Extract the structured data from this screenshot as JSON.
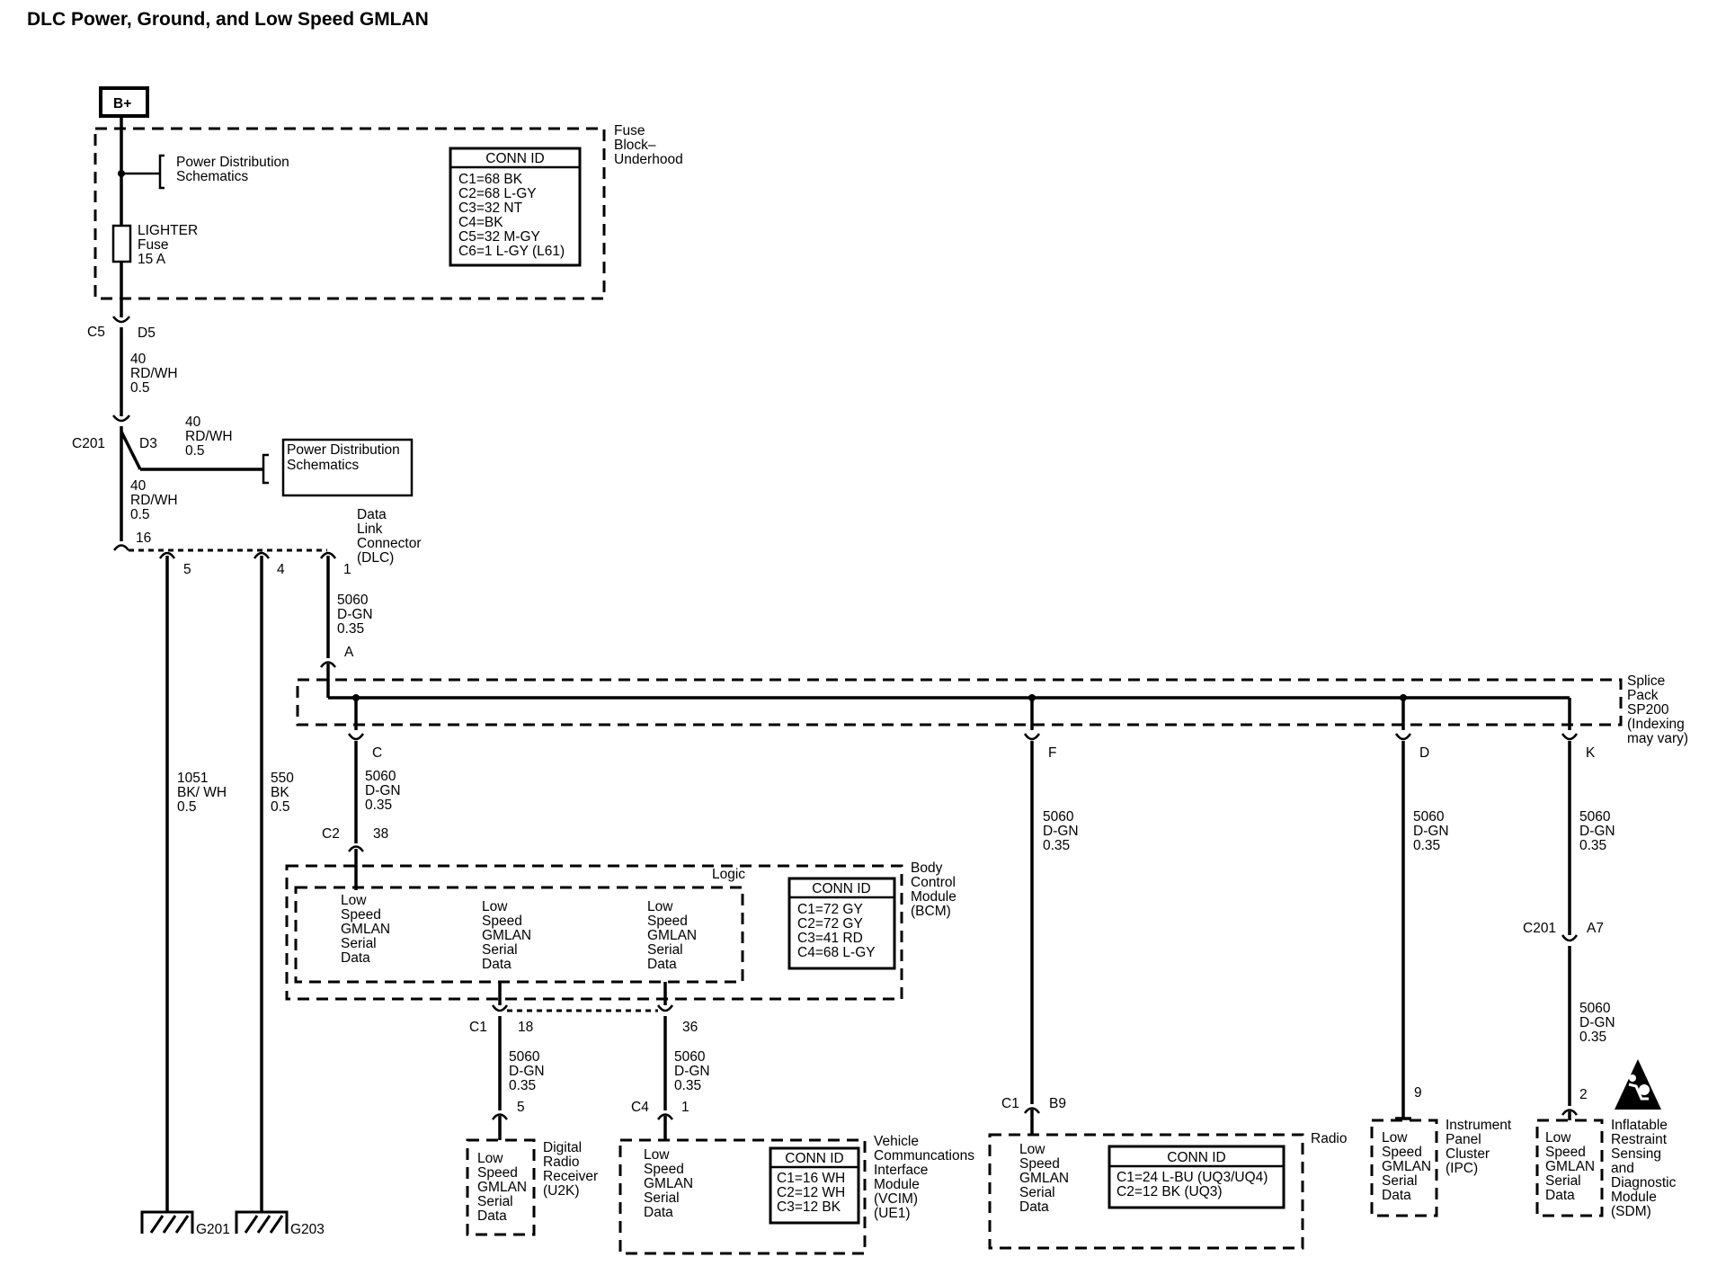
{
  "title": "DLC Power, Ground, and Low Speed GMLAN",
  "battery": "B+",
  "fuse_block": {
    "label": [
      "Fuse",
      "Block–",
      "Underhood"
    ],
    "power_ref": [
      "Power Distribution",
      "Schematics"
    ],
    "fuse": [
      "LIGHTER",
      "Fuse",
      "15 A"
    ],
    "conn_title": "CONN ID",
    "conn": [
      "C1=68 BK",
      "C2=68 L-GY",
      "C3=32 NT",
      "C4=BK",
      "C5=32 M-GY",
      "C6=1 L-GY (L61)"
    ]
  },
  "pins": {
    "c5": "C5",
    "d5": "D5",
    "c201_top": "C201",
    "d3": "D3",
    "p16": "16",
    "p5": "5",
    "p4": "4",
    "p1": "1",
    "a": "A",
    "c": "C",
    "f": "F",
    "d": "D",
    "k": "K",
    "c2": "C2",
    "p38": "38",
    "c1_bcm": "C1",
    "p18": "18",
    "p36": "36",
    "p5_u2k": "5",
    "c4": "C4",
    "p1_vcim": "1",
    "c1_radio": "C1",
    "b9": "B9",
    "p9": "9",
    "c201_sdm": "C201",
    "a7": "A7",
    "p2": "2"
  },
  "wires": {
    "fuse_out": [
      "40",
      "RD/WH",
      "0.5"
    ],
    "branch": [
      "40",
      "RD/WH",
      "0.5"
    ],
    "to_dlc": [
      "40",
      "RD/WH",
      "0.5"
    ],
    "dlc_out": [
      "5060",
      "D-GN",
      "0.35"
    ],
    "g201": [
      "1051",
      "BK/ WH",
      "0.5"
    ],
    "g203": [
      "550",
      "BK",
      "0.5"
    ],
    "to_bcm": [
      "5060",
      "D-GN",
      "0.35"
    ],
    "to_radio": [
      "5060",
      "D-GN",
      "0.35"
    ],
    "to_ipc": [
      "5060",
      "D-GN",
      "0.35"
    ],
    "to_sdm_a": [
      "5060",
      "D-GN",
      "0.35"
    ],
    "to_sdm_b": [
      "5060",
      "D-GN",
      "0.35"
    ],
    "to_u2k": [
      "5060",
      "D-GN",
      "0.35"
    ],
    "to_vcim": [
      "5060",
      "D-GN",
      "0.35"
    ]
  },
  "power_ref2": [
    "Power Distribution",
    "Schematics"
  ],
  "dlc": [
    "Data",
    "Link",
    "Connector",
    "(DLC)"
  ],
  "splice": [
    "Splice",
    "Pack",
    "SP200",
    "(Indexing",
    "may vary)"
  ],
  "bcm": {
    "label": [
      "Body",
      "Control",
      "Module",
      "(BCM)"
    ],
    "logic": "Logic",
    "block1": [
      "Low",
      "Speed",
      "GMLAN",
      "Serial",
      "Data"
    ],
    "block2": [
      "Low",
      "Speed",
      "GMLAN",
      "Serial",
      "Data"
    ],
    "block3": [
      "Low",
      "Speed",
      "GMLAN",
      "Serial",
      "Data"
    ],
    "conn_title": "CONN ID",
    "conn": [
      "C1=72 GY",
      "C2=72 GY",
      "C3=41 RD",
      "C4=68 L-GY"
    ]
  },
  "grounds": {
    "g201": "G201",
    "g203": "G203"
  },
  "u2k": {
    "text": [
      "Low",
      "Speed",
      "GMLAN",
      "Serial",
      "Data"
    ],
    "label": [
      "Digital",
      "Radio",
      "Receiver",
      "(U2K)"
    ]
  },
  "vcim": {
    "text": [
      "Low",
      "Speed",
      "GMLAN",
      "Serial",
      "Data"
    ],
    "label": [
      "Vehicle",
      "Communcations",
      "Interface",
      "Module",
      "(VCIM)",
      "(UE1)"
    ],
    "conn_title": "CONN ID",
    "conn": [
      "C1=16 WH",
      "C2=12 WH",
      "C3=12 BK"
    ]
  },
  "radio": {
    "text": [
      "Low",
      "Speed",
      "GMLAN",
      "Serial",
      "Data"
    ],
    "label": "Radio",
    "conn_title": "CONN ID",
    "conn": [
      "C1=24 L-BU (UQ3/UQ4)",
      "C2=12 BK (UQ3)"
    ]
  },
  "ipc": {
    "text": [
      "Low",
      "Speed",
      "GMLAN",
      "Serial",
      "Data"
    ],
    "label": [
      "Instrument",
      "Panel",
      "Cluster",
      "(IPC)"
    ]
  },
  "sdm": {
    "text": [
      "Low",
      "Speed",
      "GMLAN",
      "Serial",
      "Data"
    ],
    "label": [
      "Inflatable",
      "Restraint",
      "Sensing",
      "and",
      "Diagnostic",
      "Module",
      "(SDM)"
    ]
  }
}
